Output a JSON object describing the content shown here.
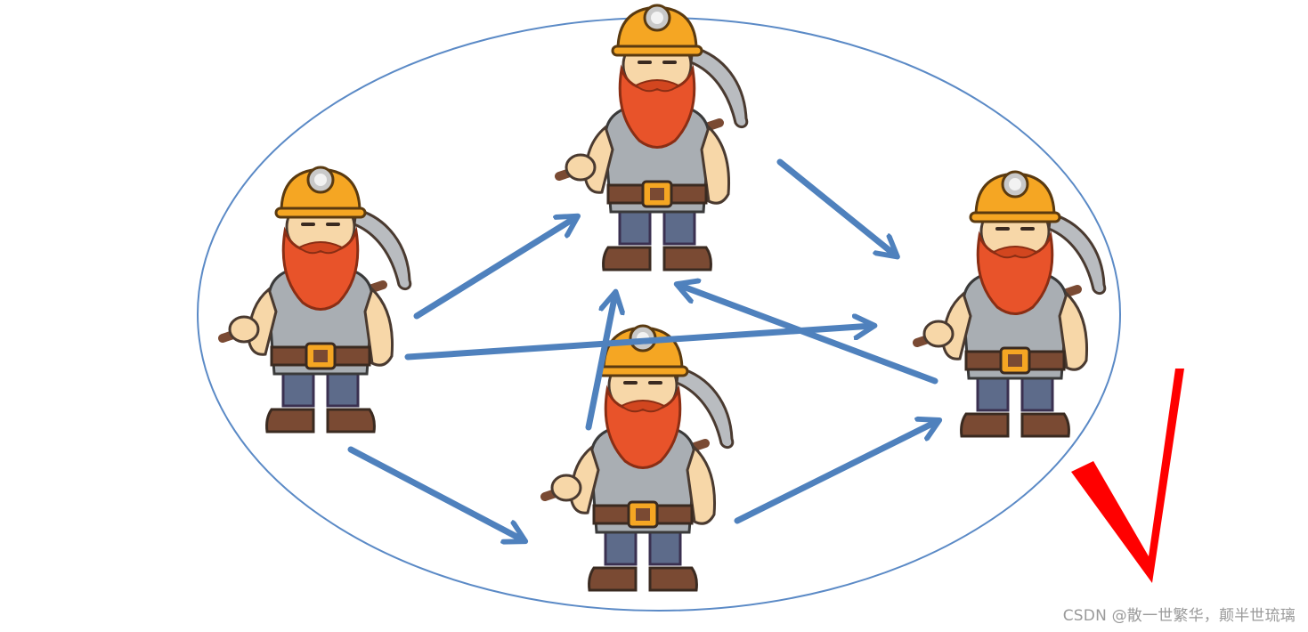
{
  "diagram": {
    "nodes": [
      {
        "id": "miner-left",
        "icon": "miner-icon"
      },
      {
        "id": "miner-top",
        "icon": "miner-icon"
      },
      {
        "id": "miner-right",
        "icon": "miner-icon"
      },
      {
        "id": "miner-bottom",
        "icon": "miner-icon"
      }
    ],
    "edges": [
      {
        "from": "miner-left",
        "to": "miner-top"
      },
      {
        "from": "miner-left",
        "to": "miner-right"
      },
      {
        "from": "miner-left",
        "to": "miner-bottom"
      },
      {
        "from": "miner-top",
        "to": "miner-right"
      },
      {
        "from": "miner-right",
        "to": "miner-top"
      },
      {
        "from": "miner-bottom",
        "to": "miner-top"
      },
      {
        "from": "miner-bottom",
        "to": "miner-right"
      }
    ],
    "colors": {
      "arrow": "#4f81bd",
      "ellipse": "#5b8ac6",
      "checkmark": "#ff0000",
      "helmet": "#f5a623",
      "beard": "#e8532a",
      "shirt": "#a9aeb3",
      "pants": "#5d6b8a",
      "boots": "#7a4a33",
      "skin": "#f7d7a8"
    },
    "checkmark_icon": "checkmark-icon"
  },
  "watermark": "CSDN @散一世繁华，颠半世琉璃"
}
